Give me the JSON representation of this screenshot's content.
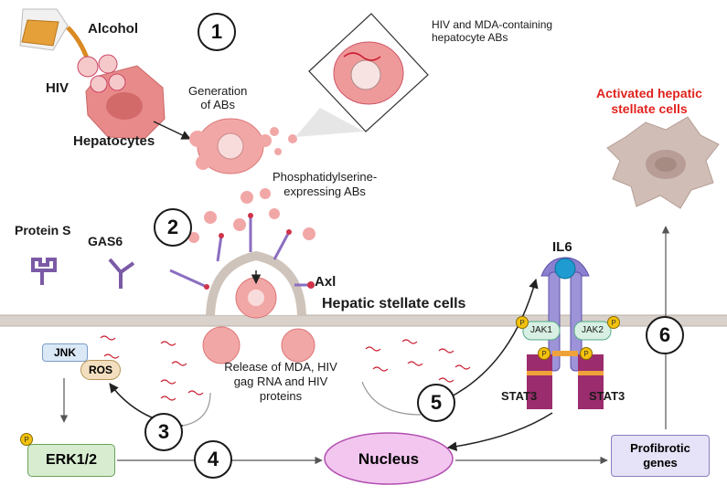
{
  "labels": {
    "alcohol": "Alcohol",
    "hiv": "HIV",
    "hepatocytes": "Hepatocytes",
    "generation_of_abs": "Generation\nof ABs",
    "hiv_mda_abs": "HIV and MDA-containing\nhepatocyte ABs",
    "ps_abs": "Phosphatidylserine-\nexpressing ABs",
    "protein_s": "Protein S",
    "gas6": "GAS6",
    "axl": "Axl",
    "hsc": "Hepatic stellate cells",
    "activated_hsc": "Activated hepatic\nstellate cells",
    "il6": "IL6",
    "jak1": "JAK1",
    "jak2": "JAK2",
    "stat3_left": "STAT3",
    "stat3_right": "STAT3",
    "jnk": "JNK",
    "ros": "ROS",
    "erk": "ERK1/2",
    "release": "Release of MDA, HIV\ngag RNA and HIV\nproteins",
    "nucleus": "Nucleus",
    "profibrotic": "Profibrotic\ngenes",
    "p": "P"
  },
  "steps": [
    "1",
    "2",
    "3",
    "4",
    "5",
    "6"
  ],
  "colors": {
    "hepatocyte": "#e88a8a",
    "ab_fill": "#f2a7a7",
    "membrane": "#d6cfc9",
    "nucleus_fill": "#f3c6ef",
    "nucleus_border": "#b14fb0",
    "profibrotic_fill": "#e6e2f7",
    "activated_text": "#e0231e",
    "stellate": "#c9b5ae",
    "receptor": "#8b6fc0",
    "stat3": "#9b2c6d",
    "il6": "#1f9bd1",
    "jnk_fill": "#dbe9f7",
    "ros_fill": "#f3dfc0",
    "erk_fill": "#d8ecd0"
  }
}
